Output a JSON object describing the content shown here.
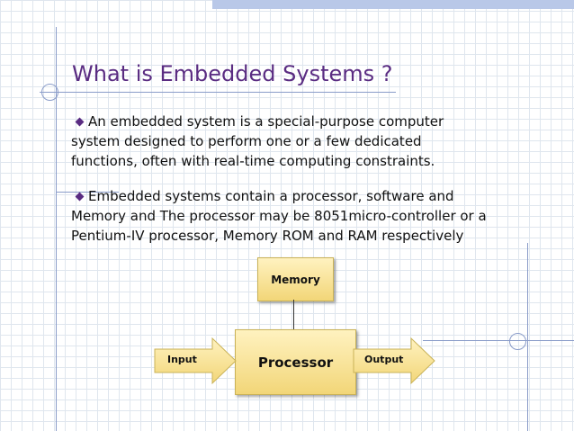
{
  "title": "What is Embedded Systems ?",
  "bullets": [
    {
      "lines": [
        "An embedded system is a special-purpose computer",
        "system designed to perform one or a few dedicated",
        "functions, often with real-time computing constraints."
      ]
    },
    {
      "lines": [
        "Embedded systems contain a processor, software and",
        "Memory and The processor may be 8051micro-controller or a",
        "Pentium-IV processor, Memory ROM and RAM respectively"
      ]
    }
  ],
  "diagram": {
    "memory_label": "Memory",
    "processor_label": "Processor",
    "input_label": "Input",
    "output_label": "Output"
  },
  "colors": {
    "title": "#5a2c82",
    "box_fill": "#f2d678",
    "decor_line": "#8a9cc9"
  }
}
